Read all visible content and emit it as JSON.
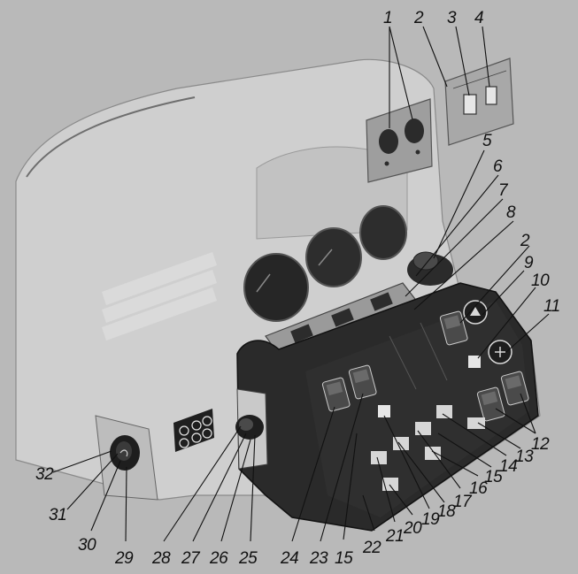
{
  "figure": {
    "colors": {
      "background": "#b9b9b9",
      "dashboard": "#cfcfcf",
      "panel_dark": "#2a2a2a",
      "switch": "#4a4a4a",
      "light_detail": "#e6e6e6"
    },
    "callouts": [
      {
        "id": "1"
      },
      {
        "id": "2"
      },
      {
        "id": "3"
      },
      {
        "id": "4"
      },
      {
        "id": "5"
      },
      {
        "id": "6"
      },
      {
        "id": "7"
      },
      {
        "id": "8"
      },
      {
        "id": "2"
      },
      {
        "id": "9"
      },
      {
        "id": "10"
      },
      {
        "id": "11"
      },
      {
        "id": "12"
      },
      {
        "id": "13"
      },
      {
        "id": "14"
      },
      {
        "id": "15"
      },
      {
        "id": "16"
      },
      {
        "id": "17"
      },
      {
        "id": "18"
      },
      {
        "id": "19"
      },
      {
        "id": "20"
      },
      {
        "id": "21"
      },
      {
        "id": "22"
      },
      {
        "id": "15"
      },
      {
        "id": "23"
      },
      {
        "id": "24"
      },
      {
        "id": "25"
      },
      {
        "id": "26"
      },
      {
        "id": "27"
      },
      {
        "id": "28"
      },
      {
        "id": "29"
      },
      {
        "id": "30"
      },
      {
        "id": "31"
      },
      {
        "id": "32"
      }
    ]
  }
}
